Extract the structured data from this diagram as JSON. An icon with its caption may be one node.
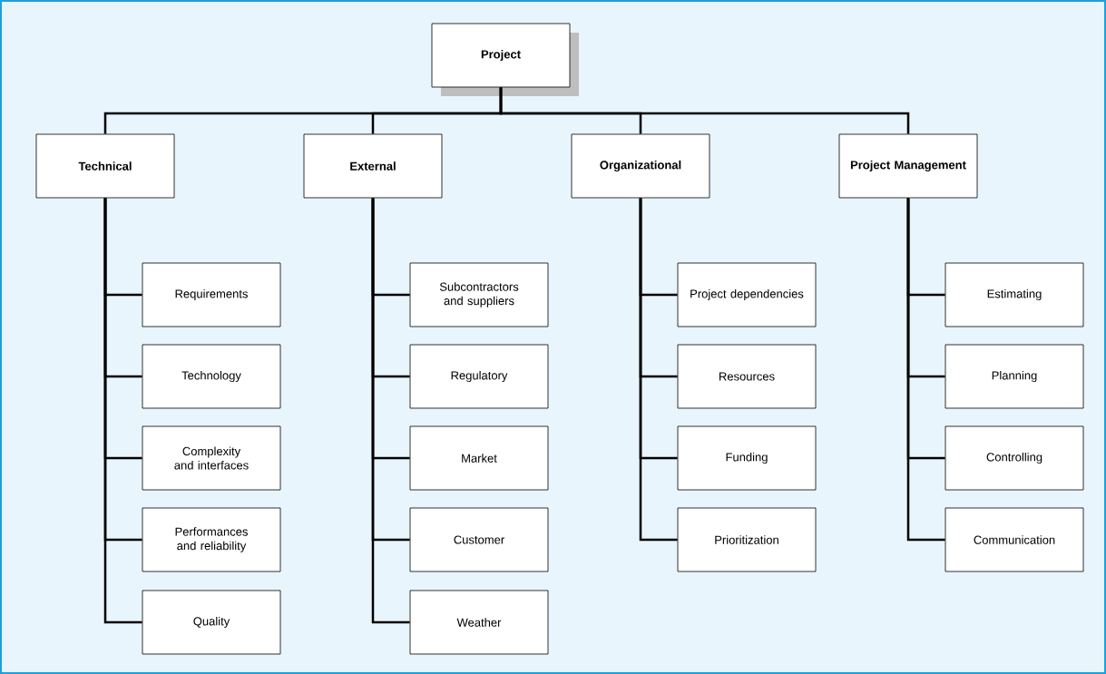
{
  "diagram": {
    "nodes": [
      {
        "text": [
          "Project"
        ]
      },
      {
        "text": [
          "Technical"
        ]
      },
      {
        "text": [
          "External"
        ]
      },
      {
        "text": [
          "Organizational"
        ]
      },
      {
        "text": [
          "Project Management"
        ]
      },
      {
        "text": [
          "Requirements"
        ]
      },
      {
        "text": [
          "Technology"
        ]
      },
      {
        "text": [
          "Complexity and interfaces"
        ]
      },
      {
        "text": [
          "Performances and reliability"
        ]
      },
      {
        "text": [
          "Quality"
        ]
      },
      {
        "text": [
          "Subcontractors and suppliers"
        ]
      },
      {
        "text": [
          "Regulatory"
        ]
      },
      {
        "text": [
          "Market"
        ]
      },
      {
        "text": [
          "Customer"
        ]
      },
      {
        "text": [
          "Weather"
        ]
      },
      {
        "text": [
          "Project dependencies"
        ]
      },
      {
        "text": [
          "Resources"
        ]
      },
      {
        "text": [
          "Funding"
        ]
      },
      {
        "text": [
          "Prioritization"
        ]
      },
      {
        "text": [
          "Estimating"
        ]
      },
      {
        "text": [
          "Planning"
        ]
      },
      {
        "text": [
          "Controlling"
        ]
      },
      {
        "text": [
          "Communication"
        ]
      }
    ],
    "edges": [
      {
        "from": 0,
        "to": 1,
        "arrow": "none"
      },
      {
        "from": 0,
        "to": 2,
        "arrow": "none"
      },
      {
        "from": 0,
        "to": 3,
        "arrow": "none"
      },
      {
        "from": 0,
        "to": 4,
        "arrow": "none"
      },
      {
        "from": 1,
        "to": 5,
        "arrow": "none"
      },
      {
        "from": 1,
        "to": 6,
        "arrow": "none"
      },
      {
        "from": 1,
        "to": 7,
        "arrow": "none"
      },
      {
        "from": 1,
        "to": 8,
        "arrow": "none"
      },
      {
        "from": 1,
        "to": 9,
        "arrow": "none"
      },
      {
        "from": 2,
        "to": 10,
        "arrow": "none"
      },
      {
        "from": 2,
        "to": 11,
        "arrow": "none"
      },
      {
        "from": 2,
        "to": 12,
        "arrow": "none"
      },
      {
        "from": 2,
        "to": 13,
        "arrow": "none"
      },
      {
        "from": 2,
        "to": 14,
        "arrow": "none"
      },
      {
        "from": 3,
        "to": 15,
        "arrow": "none"
      },
      {
        "from": 3,
        "to": 16,
        "arrow": "none"
      },
      {
        "from": 3,
        "to": 17,
        "arrow": "none"
      },
      {
        "from": 3,
        "to": 18,
        "arrow": "none"
      },
      {
        "from": 4,
        "to": 19,
        "arrow": "none"
      },
      {
        "from": 4,
        "to": 20,
        "arrow": "none"
      },
      {
        "from": 4,
        "to": 21,
        "arrow": "none"
      },
      {
        "from": 4,
        "to": 22,
        "arrow": "none"
      }
    ]
  }
}
